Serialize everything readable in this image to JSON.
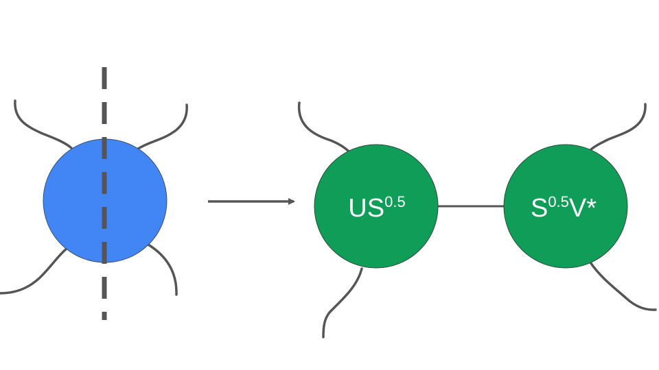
{
  "colors": {
    "source_node": "#4285f4",
    "result_node": "#0f9d58",
    "line": "#555555",
    "label": "#ffffff"
  },
  "nodes": {
    "source": {
      "label": ""
    },
    "left": {
      "base": "US",
      "sup": "0.5",
      "suffix": ""
    },
    "right": {
      "base": "S",
      "sup": "0.5",
      "suffix": "V*"
    }
  }
}
